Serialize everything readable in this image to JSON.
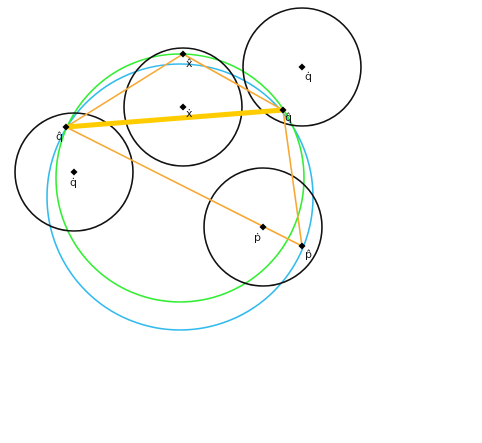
{
  "colors": {
    "background": "#ffffff",
    "circle_stroke": "#111111",
    "green_circle": "#33ee33",
    "blue_circle": "#33bbee",
    "orange_line": "#f7a833",
    "thick_line": "#ffcc00",
    "point_fill": "#000000"
  },
  "labels": {
    "x_hat": "x̂",
    "x_dot": "ẋ",
    "q_hat_left": "q̂",
    "q_dot_left": "q̇",
    "q_hat_right": "q̂",
    "q_dot_right": "q̇",
    "p_dot": "ṗ",
    "p_hat": "p̂"
  }
}
